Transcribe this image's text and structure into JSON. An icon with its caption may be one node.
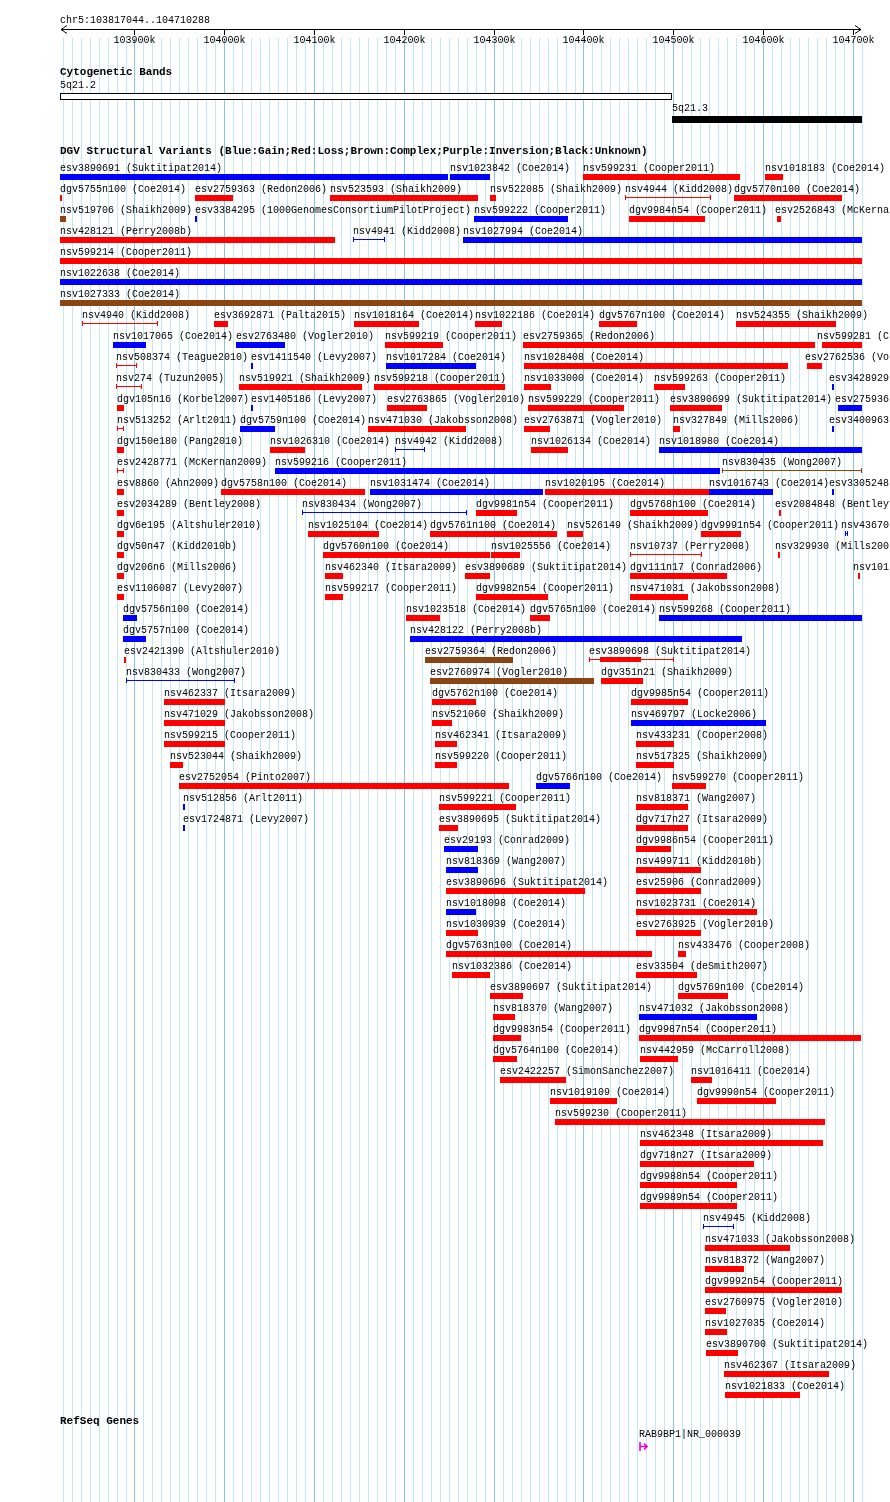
{
  "diagram": {
    "nodes": [
      {
        "text": [
          "5q21.2"
        ]
      },
      {
        "text": [
          "5q21.3"
        ]
      },
      {
        "text": [
          "esv3890691 (Suktitipat2014)"
        ]
      },
      {
        "text": [
          "nsv1023842 (Coe2014)"
        ]
      },
      {
        "text": [
          "nsv599231 (Cooper2011)"
        ]
      },
      {
        "text": [
          "nsv1018183 (Coe2014)"
        ]
      },
      {
        "text": [
          "dgv5755n100 (Coe2014)"
        ]
      },
      {
        "text": [
          "esv2759363 (Redon2006)"
        ]
      },
      {
        "text": [
          "nsv523593 (Shaikh2009)"
        ]
      },
      {
        "text": [
          "nsv522085 (Shaikh2009)"
        ]
      },
      {
        "text": [
          "nsv4944 (Kidd2008)"
        ]
      },
      {
        "text": [
          "dgv5770n100 (Coe2014)"
        ]
      },
      {
        "text": [
          "nsv519706 (Shaikh2009)"
        ]
      },
      {
        "text": [
          "esv3384295 (1000GenomesConsortiumPilotProject)"
        ]
      },
      {
        "text": [
          "nsv599222 (Cooper2011)"
        ]
      },
      {
        "text": [
          "dgv9984n54 (Cooper2011)"
        ]
      },
      {
        "text": [
          "esv2526843 (McKerna"
        ]
      },
      {
        "text": [
          "nsv428121 (Perry2008b)"
        ]
      },
      {
        "text": [
          "nsv4941 (Kidd2008)"
        ]
      },
      {
        "text": [
          "nsv1027994 (Coe2014)"
        ]
      },
      {
        "text": [
          "nsv599214 (Cooper2011)"
        ]
      },
      {
        "text": [
          "nsv1022638 (Coe2014)"
        ]
      },
      {
        "text": [
          "nsv1027333 (Coe2014)"
        ]
      },
      {
        "text": [
          "nsv4940 (Kidd2008)"
        ]
      },
      {
        "text": [
          "esv3692871 (Palta2015)"
        ]
      },
      {
        "text": [
          "nsv1018164 (Coe2014)"
        ]
      },
      {
        "text": [
          "nsv1022186 (Coe2014)"
        ]
      },
      {
        "text": [
          "dgv5767n100 (Coe2014)"
        ]
      },
      {
        "text": [
          "nsv524355 (Shaikh2009)"
        ]
      },
      {
        "text": [
          "nsv1017065 (Coe2014)"
        ]
      },
      {
        "text": [
          "esv2763480 (Vogler2010)"
        ]
      },
      {
        "text": [
          "nsv599219 (Cooper2011)"
        ]
      },
      {
        "text": [
          "esv2759365 (Redon2006)"
        ]
      },
      {
        "text": [
          "nsv599281 (C"
        ]
      },
      {
        "text": [
          "nsv508374 (Teague2010)"
        ]
      },
      {
        "text": [
          "esv1411540 (Levy2007)"
        ]
      },
      {
        "text": [
          "nsv1017284 (Coe2014)"
        ]
      },
      {
        "text": [
          "nsv1028408 (Coe2014)"
        ]
      },
      {
        "text": [
          "esv2762536 (Vo"
        ]
      },
      {
        "text": [
          "nsv274 (Tuzun2005)"
        ]
      },
      {
        "text": [
          "nsv519921 (Shaikh2009)"
        ]
      },
      {
        "text": [
          "nsv599218 (Cooper2011)"
        ]
      },
      {
        "text": [
          "nsv1033000 (Coe2014)"
        ]
      },
      {
        "text": [
          "nsv599263 (Cooper2011)"
        ]
      },
      {
        "text": [
          "esv3428929"
        ]
      },
      {
        "text": [
          "dgv105n16 (Korbel2007)"
        ]
      },
      {
        "text": [
          "esv1405186 (Levy2007)"
        ]
      },
      {
        "text": [
          "esv2763865 (Vogler2010)"
        ]
      },
      {
        "text": [
          "nsv599229 (Cooper2011)"
        ]
      },
      {
        "text": [
          "esv3890699 (Suktitipat2014)"
        ]
      },
      {
        "text": [
          "esv275936"
        ]
      },
      {
        "text": [
          "nsv513252 (Arlt2011)"
        ]
      },
      {
        "text": [
          "dgv5759n100 (Coe2014)"
        ]
      },
      {
        "text": [
          "nsv471030 (Jakobsson2008)"
        ]
      },
      {
        "text": [
          "esv2763871 (Vogler2010)"
        ]
      },
      {
        "text": [
          "nsv327849 (Mills2006)"
        ]
      },
      {
        "text": [
          "esv3400963"
        ]
      },
      {
        "text": [
          "dgv150e180 (Pang2010)"
        ]
      },
      {
        "text": [
          "nsv1026310 (Coe2014)"
        ]
      },
      {
        "text": [
          "nsv4942 (Kidd2008)"
        ]
      },
      {
        "text": [
          "nsv1026134 (Coe2014)"
        ]
      },
      {
        "text": [
          "nsv1018980 (Coe2014)"
        ]
      },
      {
        "text": [
          "esv2428771 (McKernan2009)"
        ]
      },
      {
        "text": [
          "nsv599216 (Cooper2011)"
        ]
      },
      {
        "text": [
          "nsv830435 (Wong2007)"
        ]
      },
      {
        "text": [
          "esv8860 (Ahn2009)"
        ]
      },
      {
        "text": [
          "dgv5758n100 (Coe2014)"
        ]
      },
      {
        "text": [
          "nsv1031474 (Coe2014)"
        ]
      },
      {
        "text": [
          "nsv1020195 (Coe2014)"
        ]
      },
      {
        "text": [
          "nsv1016743 (Coe2014)"
        ]
      },
      {
        "text": [
          "esv3305248"
        ]
      },
      {
        "text": [
          "esv2034289 (Bentley2008)"
        ]
      },
      {
        "text": [
          "nsv830434 (Wong2007)"
        ]
      },
      {
        "text": [
          "dgv9981n54 (Cooper2011)"
        ]
      },
      {
        "text": [
          "dgv5768n100 (Coe2014)"
        ]
      },
      {
        "text": [
          "esv2084848 (Bentley"
        ]
      },
      {
        "text": [
          "dgv6e195 (Altshuler2010)"
        ]
      },
      {
        "text": [
          "nsv1025104 (Coe2014)"
        ]
      },
      {
        "text": [
          "dgv5761n100 (Coe2014)"
        ]
      },
      {
        "text": [
          "nsv526149 (Shaikh2009)"
        ]
      },
      {
        "text": [
          "dgv9991n54 (Cooper2011)"
        ]
      },
      {
        "text": [
          "nsv43670"
        ]
      },
      {
        "text": [
          "dgv50n47 (Kidd2010b)"
        ]
      },
      {
        "text": [
          "dgv5760n100 (Coe2014)"
        ]
      },
      {
        "text": [
          "nsv1025556 (Coe2014)"
        ]
      },
      {
        "text": [
          "nsv10737 (Perry2008)"
        ]
      },
      {
        "text": [
          "nsv329930 (Mills200"
        ]
      },
      {
        "text": [
          "dgv206n6 (Mills2006)"
        ]
      },
      {
        "text": [
          "nsv462340 (Itsara2009)"
        ]
      },
      {
        "text": [
          "esv3890689 (Suktitipat2014)"
        ]
      },
      {
        "text": [
          "dgv111n17 (Conrad2006)"
        ]
      },
      {
        "text": [
          "nsv101"
        ]
      },
      {
        "text": [
          "esv1106087 (Levy2007)"
        ]
      },
      {
        "text": [
          "nsv599217 (Cooper2011)"
        ]
      },
      {
        "text": [
          "dgv9982n54 (Cooper2011)"
        ]
      },
      {
        "text": [
          "nsv471031 (Jakobsson2008)"
        ]
      },
      {
        "text": [
          "dgv5756n100 (Coe2014)"
        ]
      },
      {
        "text": [
          "nsv1023518 (Coe2014)"
        ]
      },
      {
        "text": [
          "dgv5765n100 (Coe2014)"
        ]
      },
      {
        "text": [
          "nsv599268 (Cooper2011)"
        ]
      },
      {
        "text": [
          "dgv5757n100 (Coe2014)"
        ]
      },
      {
        "text": [
          "nsv428122 (Perry2008b)"
        ]
      },
      {
        "text": [
          "esv2421390 (Altshuler2010)"
        ]
      },
      {
        "text": [
          "esv2759364 (Redon2006)"
        ]
      },
      {
        "text": [
          "esv3890698 (Suktitipat2014)"
        ]
      },
      {
        "text": [
          "nsv830433 (Wong2007)"
        ]
      },
      {
        "text": [
          "esv2760974 (Vogler2010)"
        ]
      },
      {
        "text": [
          "dgv351n21 (Shaikh2009)"
        ]
      },
      {
        "text": [
          "nsv462337 (Itsara2009)"
        ]
      },
      {
        "text": [
          "dgv5762n100 (Coe2014)"
        ]
      },
      {
        "text": [
          "dgv9985n54 (Cooper2011)"
        ]
      },
      {
        "text": [
          "nsv471029 (Jakobsson2008)"
        ]
      },
      {
        "text": [
          "nsv521060 (Shaikh2009)"
        ]
      },
      {
        "text": [
          "nsv469797 (Locke2006)"
        ]
      },
      {
        "text": [
          "nsv599215 (Cooper2011)"
        ]
      },
      {
        "text": [
          "nsv462341 (Itsara2009)"
        ]
      },
      {
        "text": [
          "nsv433231 (Cooper2008)"
        ]
      },
      {
        "text": [
          "nsv523044 (Shaikh2009)"
        ]
      },
      {
        "text": [
          "nsv599220 (Cooper2011)"
        ]
      },
      {
        "text": [
          "nsv517325 (Shaikh2009)"
        ]
      },
      {
        "text": [
          "esv2752054 (Pinto2007)"
        ]
      },
      {
        "text": [
          "dgv5766n100 (Coe2014)"
        ]
      },
      {
        "text": [
          "nsv599270 (Cooper2011)"
        ]
      },
      {
        "text": [
          "nsv512856 (Arlt2011)"
        ]
      },
      {
        "text": [
          "nsv599221 (Cooper2011)"
        ]
      },
      {
        "text": [
          "nsv818371 (Wang2007)"
        ]
      },
      {
        "text": [
          "esv1724871 (Levy2007)"
        ]
      },
      {
        "text": [
          "esv3890695 (Suktitipat2014)"
        ]
      },
      {
        "text": [
          "dgv717n27 (Itsara2009)"
        ]
      },
      {
        "text": [
          "esv29193 (Conrad2009)"
        ]
      },
      {
        "text": [
          "dgv9986n54 (Cooper2011)"
        ]
      },
      {
        "text": [
          "nsv818369 (Wang2007)"
        ]
      },
      {
        "text": [
          "nsv499711 (Kidd2010b)"
        ]
      },
      {
        "text": [
          "esv3890696 (Suktitipat2014)"
        ]
      },
      {
        "text": [
          "esv25906 (Conrad2009)"
        ]
      },
      {
        "text": [
          "nsv1018098 (Coe2014)"
        ]
      },
      {
        "text": [
          "nsv1023731 (Coe2014)"
        ]
      },
      {
        "text": [
          "nsv1030939 (Coe2014)"
        ]
      },
      {
        "text": [
          "esv2763925 (Vogler2010)"
        ]
      },
      {
        "text": [
          "dgv5763n100 (Coe2014)"
        ]
      },
      {
        "text": [
          "nsv433476 (Cooper2008)"
        ]
      },
      {
        "text": [
          "nsv1032386 (Coe2014)"
        ]
      },
      {
        "text": [
          "esv33504 (deSmith2007)"
        ]
      },
      {
        "text": [
          "esv3890697 (Suktitipat2014)"
        ]
      },
      {
        "text": [
          "dgv5769n100 (Coe2014)"
        ]
      },
      {
        "text": [
          "nsv818370 (Wang2007)"
        ]
      },
      {
        "text": [
          "nsv471032 (Jakobsson2008)"
        ]
      },
      {
        "text": [
          "dgv9983n54 (Cooper2011)"
        ]
      },
      {
        "text": [
          "dgv9987n54 (Cooper2011)"
        ]
      },
      {
        "text": [
          "dgv5764n100 (Coe2014)"
        ]
      },
      {
        "text": [
          "nsv442959 (McCarroll2008)"
        ]
      },
      {
        "text": [
          "esv2422257 (SimonSanchez2007)"
        ]
      },
      {
        "text": [
          "nsv1016411 (Coe2014)"
        ]
      },
      {
        "text": [
          "nsv1019109 (Coe2014)"
        ]
      },
      {
        "text": [
          "dgv9990n54 (Cooper2011)"
        ]
      },
      {
        "text": [
          "nsv599230 (Cooper2011)"
        ]
      },
      {
        "text": [
          "nsv462348 (Itsara2009)"
        ]
      },
      {
        "text": [
          "dgv718n27 (Itsara2009)"
        ]
      },
      {
        "text": [
          "dgv9988n54 (Cooper2011)"
        ]
      },
      {
        "text": [
          "dgv9989n54 (Cooper2011)"
        ]
      },
      {
        "text": [
          "nsv4945 (Kidd2008)"
        ]
      },
      {
        "text": [
          "nsv471033 (Jakobsson2008)"
        ]
      },
      {
        "text": [
          "nsv818372 (Wang2007)"
        ]
      },
      {
        "text": [
          "dgv9992n54 (Cooper2011)"
        ]
      },
      {
        "text": [
          "esv2760975 (Vogler2010)"
        ]
      },
      {
        "text": [
          "nsv1027035 (Coe2014)"
        ]
      },
      {
        "text": [
          "esv3890700 (Suktitipat2014)"
        ]
      },
      {
        "text": [
          "nsv462367 (Itsara2009)"
        ]
      },
      {
        "text": [
          "nsv1021833 (Coe2014)"
        ]
      },
      {
        "text": [
          "RAB9BP1|NR_000039"
        ]
      }
    ],
    "labels": [
      "chr5:103817044..104710288",
      "103900k",
      "104000k",
      "104100k",
      "104200k",
      "104300k",
      "104400k",
      "104500k",
      "104600k",
      "104700k",
      "Cytogenetic Bands",
      "DGV Structural Variants (Blue:Gain;Red:Loss;Brown:Complex;Purple:Inversion;Black:Unknown)",
      "RefSeq Genes"
    ]
  }
}
